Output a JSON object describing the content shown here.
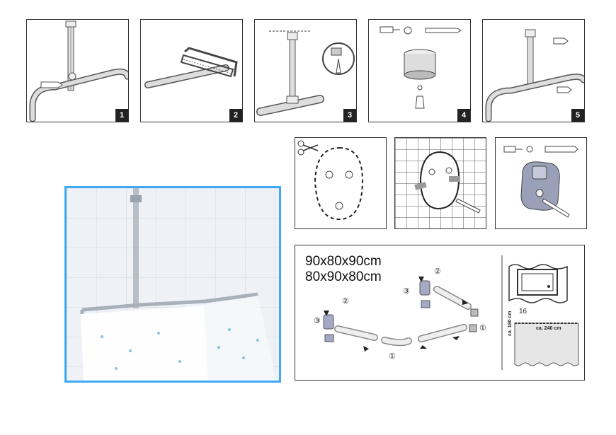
{
  "steps": [
    {
      "number": "1"
    },
    {
      "number": "2"
    },
    {
      "number": "3"
    },
    {
      "number": "4"
    },
    {
      "number": "5"
    }
  ],
  "assembly": {
    "size_line_1": "90x80x90cm",
    "size_line_2": "80x90x80cm",
    "callouts": [
      "①",
      "②",
      "③"
    ],
    "curtain_count": "16",
    "curtain_width": "ca. 240 cm",
    "curtain_height": "ca. 180 cm"
  },
  "icons": {
    "scissors": "scissors-icon",
    "drill": "drill-icon"
  }
}
